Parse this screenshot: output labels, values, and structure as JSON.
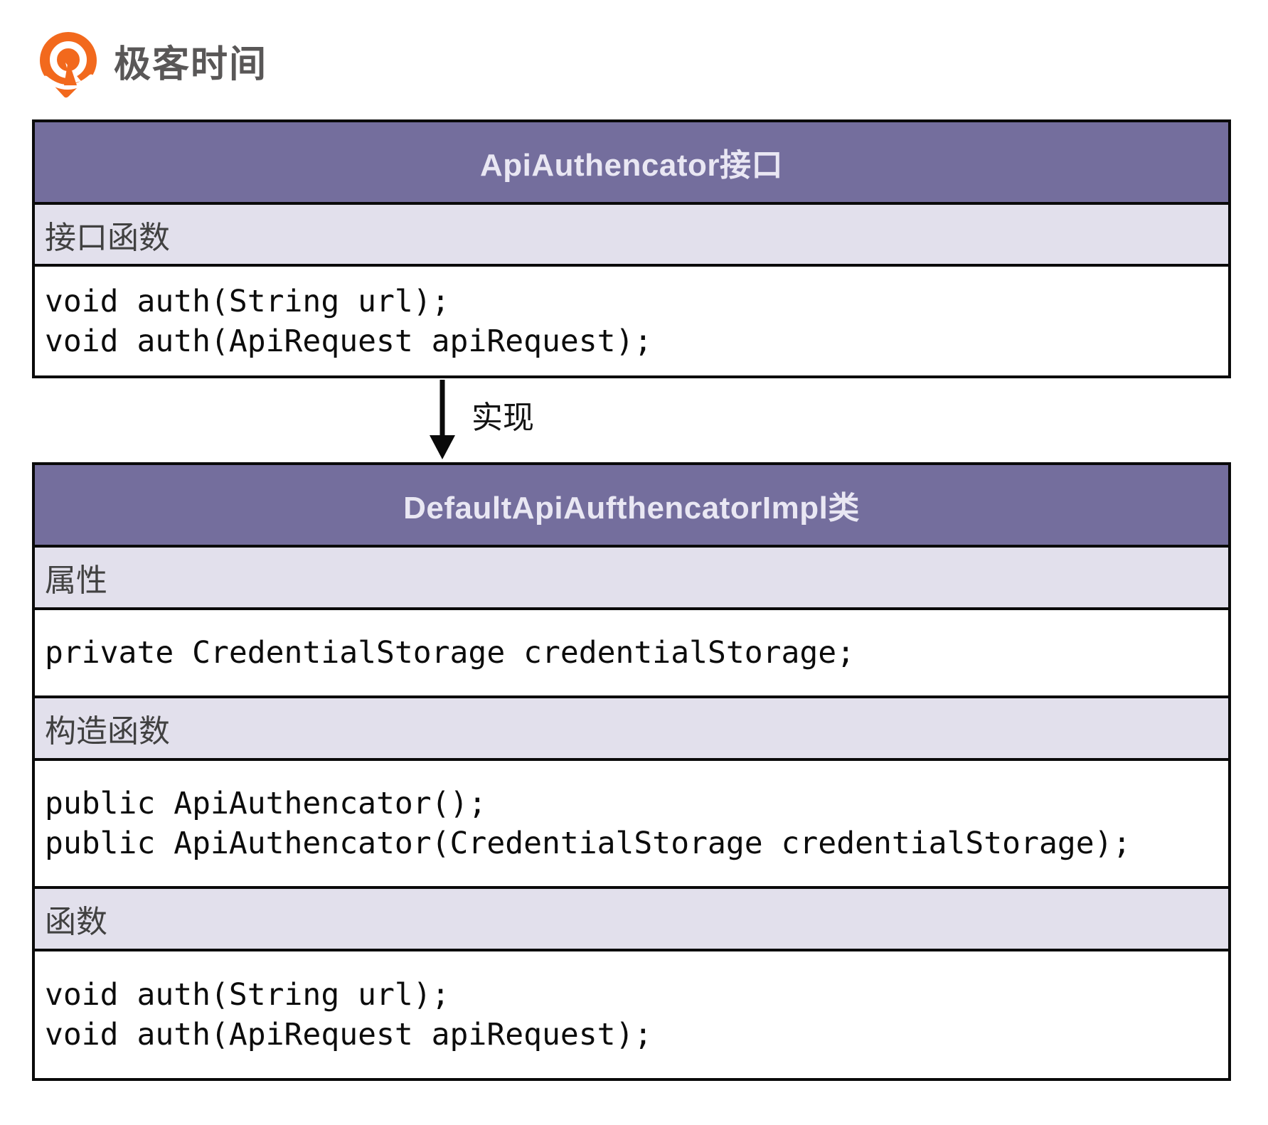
{
  "logo": {
    "text": "极客时间"
  },
  "interface_box": {
    "title": "ApiAuthencator接口",
    "sections": [
      {
        "label": "接口函数",
        "code": [
          "void auth(String url);",
          "void auth(ApiRequest apiRequest);"
        ]
      }
    ]
  },
  "relation": {
    "label": "实现"
  },
  "impl_box": {
    "title": "DefaultApiAufthencatorImpl类",
    "sections": [
      {
        "label": "属性",
        "code": [
          "private CredentialStorage credentialStorage;"
        ]
      },
      {
        "label": "构造函数",
        "code": [
          "public ApiAuthencator();",
          "public ApiAuthencator(CredentialStorage credentialStorage);"
        ]
      },
      {
        "label": "函数",
        "code": [
          "void auth(String url);",
          "void auth(ApiRequest apiRequest);"
        ]
      }
    ]
  },
  "colors": {
    "header_bg": "#746e9d",
    "header_text": "#e9e7f3",
    "section_bg": "#e2e0ec",
    "section_text": "#414141",
    "code_text": "#0c0c0c",
    "border": "#0a0a0a",
    "arrow": "#0a0a0a",
    "logo_orange": "#f2691d",
    "logo_text": "#595757"
  }
}
